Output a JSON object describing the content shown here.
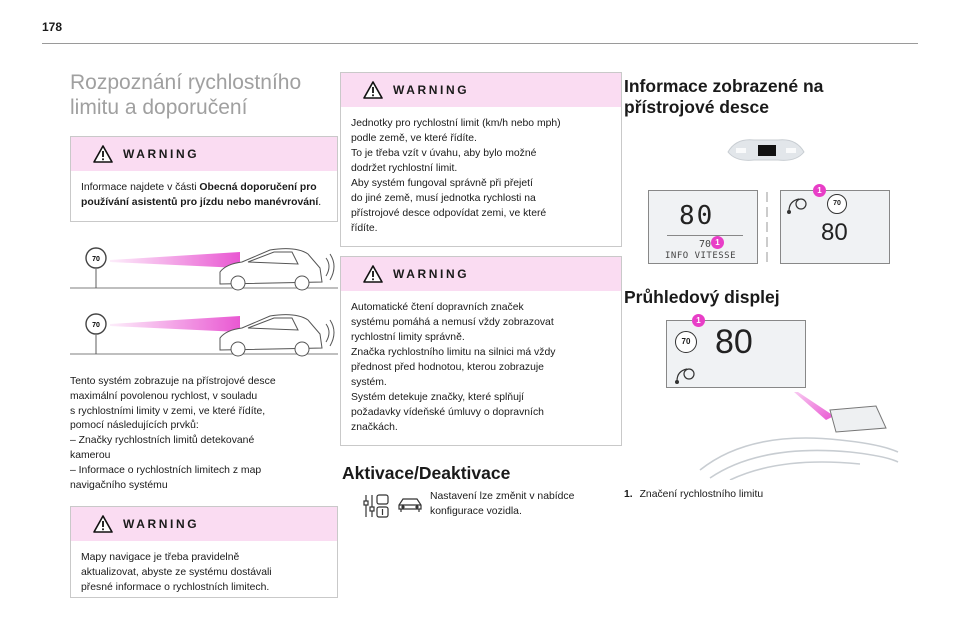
{
  "page": {
    "number": "178"
  },
  "col1": {
    "title_line1": "Rozpoznání rychlostního",
    "title_line2": "limitu a doporučení",
    "warning1": {
      "label": "WARNING",
      "text": "Informace najdete v části ",
      "bold": "Obecná doporučení pro používání asistentů pro jízdu nebo manévrování",
      "end": "."
    },
    "sign_value": "70",
    "body_lines": [
      "Tento systém zobrazuje na přístrojové desce",
      "maximální povolenou rychlost, v souladu",
      "s rychlostními limity v zemi, ve které řídíte,",
      "pomocí následujících prvků:",
      "– Značky rychlostních limitů detekované",
      "kamerou",
      "– Informace o rychlostních limitech z map",
      "navigačního systému"
    ],
    "warning2": {
      "label": "WARNING",
      "lines": [
        "Mapy navigace je třeba pravidelně",
        "aktualizovat, abyste ze systému dostávali",
        "přesné informace o rychlostních limitech."
      ]
    }
  },
  "col2": {
    "warning3": {
      "label": "WARNING",
      "lines": [
        "Jednotky pro rychlostní limit (km/h nebo mph)",
        "podle země, ve které řídíte.",
        "To je třeba vzít v úvahu, aby bylo možné",
        "dodržet rychlostní limit.",
        "Aby systém fungoval správně při přejetí",
        "do jiné země, musí jednotka rychlosti na",
        "přístrojové desce odpovídat zemi, ve které",
        "řídíte."
      ]
    },
    "warning4": {
      "label": "WARNING",
      "lines": [
        "Automatické čtení dopravních značek",
        "systému pomáhá a nemusí vždy zobrazovat",
        "rychlostní limity správně.",
        "Značka rychlostního limitu na silnici má vždy",
        "přednost před hodnotou, kterou zobrazuje",
        "systém.",
        "Systém detekuje značky, které splňují",
        "požadavky vídeňské úmluvy o dopravních",
        "značkách."
      ]
    },
    "activation": {
      "title": "Aktivace/Deaktivace",
      "lines": [
        "Nastavení lze změnit v nabídce",
        "konfigurace vozidla."
      ]
    }
  },
  "col3": {
    "title_line1": "Informace zobrazené na",
    "title_line2": "přístrojové desce",
    "cluster1": {
      "speed": "80",
      "limit": "70",
      "info": "INFO VITESSE",
      "callout": "1"
    },
    "cluster2": {
      "sign": "70",
      "speed": "80",
      "callout": "1"
    },
    "hud_title": "Průhledový displej",
    "hud": {
      "sign": "70",
      "speed": "80",
      "callout": "1"
    },
    "legend": {
      "number": "1.",
      "text": "Značení rychlostního limitu"
    }
  },
  "colors": {
    "warning_bg": "#fadcf2",
    "callout": "#e83ec7",
    "beam": "#e84fd0"
  }
}
